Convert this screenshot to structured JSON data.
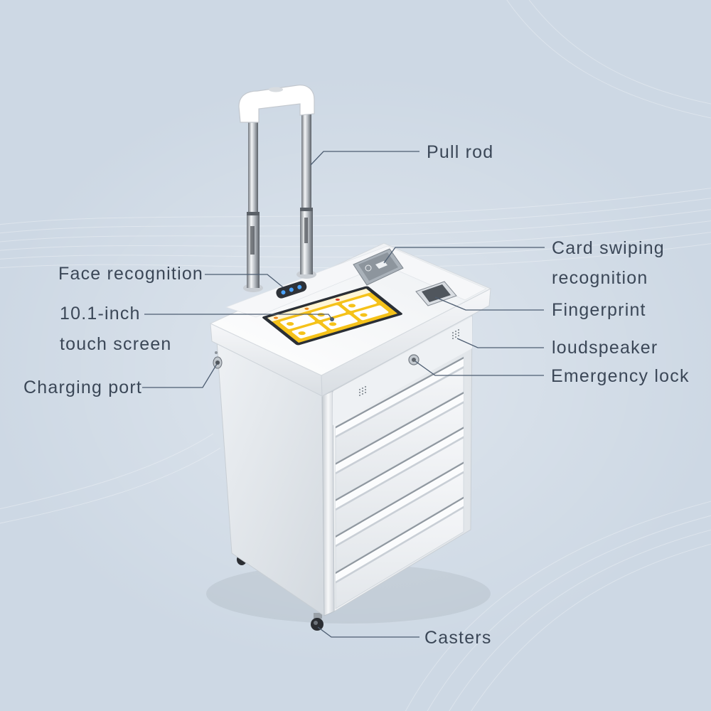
{
  "callouts": {
    "pull_rod": "Pull rod",
    "card_swiping": {
      "line1": "Card swiping",
      "line2": "recognition"
    },
    "face_recognition": "Face recognition",
    "touch_screen": {
      "line1": "10.1-inch",
      "line2": "touch screen"
    },
    "fingerprint": "Fingerprint",
    "loudspeaker": "loudspeaker",
    "charging_port": "Charging port",
    "emergency_lock": "Emergency lock",
    "casters": "Casters"
  },
  "colors": {
    "background": "#cdd8e4",
    "label_text": "#3b4757",
    "leader_line": "#4d5d71",
    "screen": "#f5c21a",
    "face_indicator": "#4aa3ff"
  }
}
